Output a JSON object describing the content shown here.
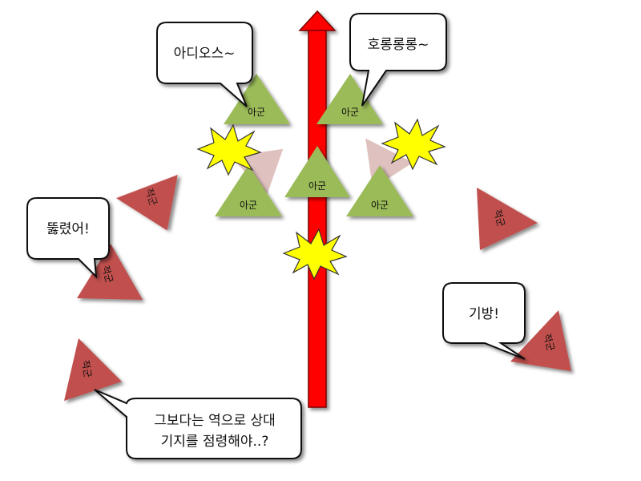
{
  "labels": {
    "ally": "아군",
    "enemy": "적군"
  },
  "bubbles": {
    "adios": "아디오스~",
    "horororo": "호롱롱롱~",
    "ttulryeoseo": "뚫렸어!",
    "gibang": "기방!",
    "strategy_line1": "그보다는 역으로 상대",
    "strategy_line2": "기지를 점령해야..?"
  },
  "colors": {
    "ally_triangle": "#9bbb59",
    "enemy_triangle": "#c0504d",
    "enemy_faded": "#d9b6b5",
    "arrow": "#ff0000",
    "burst": "#ffff00"
  },
  "icons": {
    "arrow": "up-arrow-icon",
    "burst": "explosion-burst-icon"
  }
}
